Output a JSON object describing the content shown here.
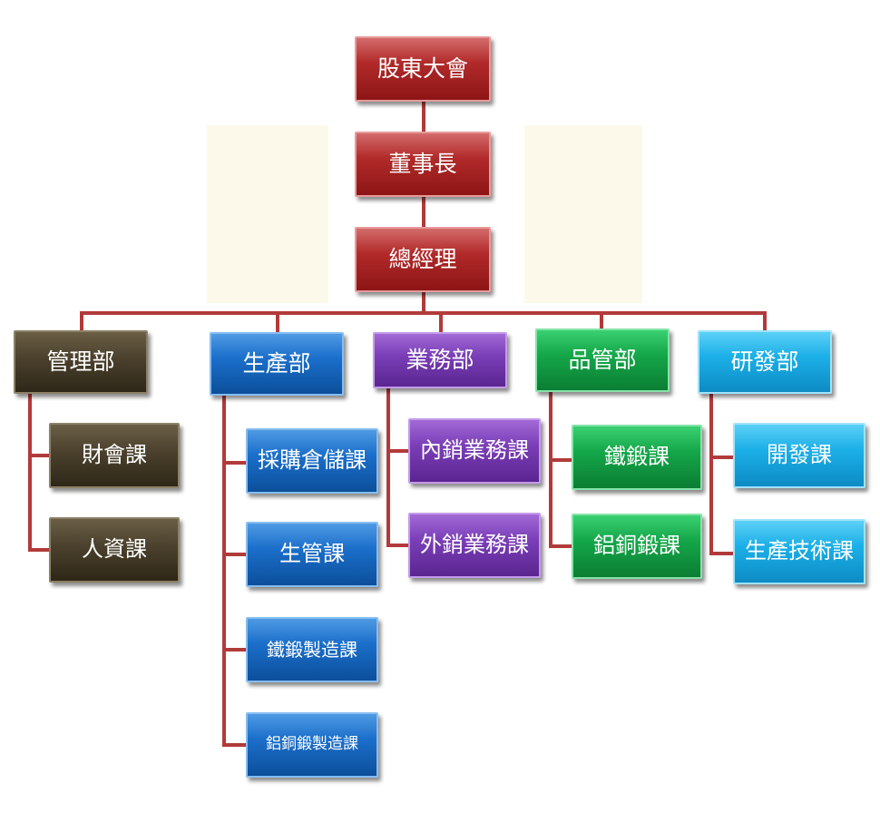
{
  "top": {
    "shareholders": "股東大會",
    "chairman": "董事長",
    "gm": "總經理"
  },
  "departments": {
    "admin": {
      "label": "管理部",
      "units": [
        "財會課",
        "人資課"
      ]
    },
    "production": {
      "label": "生產部",
      "units": [
        "採購倉儲課",
        "生管課",
        "鐵鍛製造課",
        "鋁銅鍛製造課"
      ]
    },
    "sales": {
      "label": "業務部",
      "units": [
        "內銷業務課",
        "外銷業務課"
      ]
    },
    "qc": {
      "label": "品管部",
      "units": [
        "鐵鍛課",
        "鋁銅鍛課"
      ]
    },
    "rnd": {
      "label": "研發部",
      "units": [
        "開發課",
        "生產技術課"
      ]
    }
  },
  "colors": {
    "executive": "#a82222",
    "admin": "#4a402c",
    "production": "#1b6fcb",
    "sales": "#7b3fb8",
    "qc": "#15a84a",
    "rnd": "#1cb0e8",
    "connector": "#b23a3a"
  }
}
